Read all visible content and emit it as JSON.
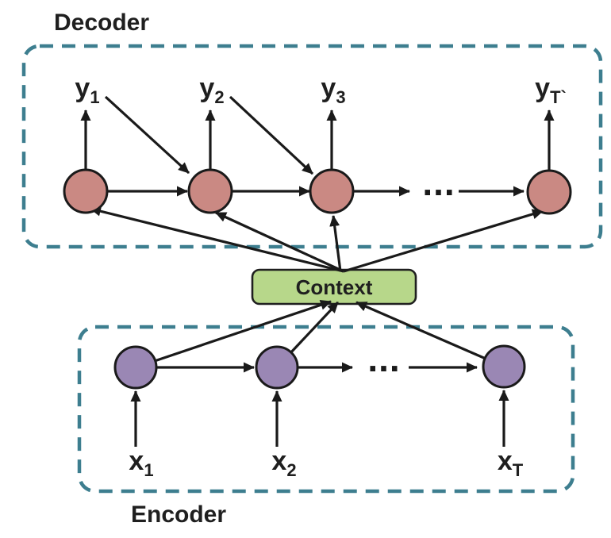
{
  "decoder": {
    "label": "Decoder",
    "outputs": [
      {
        "base": "y",
        "sub": "1"
      },
      {
        "base": "y",
        "sub": "2"
      },
      {
        "base": "y",
        "sub": "3"
      },
      {
        "base": "y",
        "sub": "T`"
      }
    ],
    "ellipsis": "..."
  },
  "context": {
    "label": "Context"
  },
  "encoder": {
    "label": "Encoder",
    "inputs": [
      {
        "base": "x",
        "sub": "1"
      },
      {
        "base": "x",
        "sub": "2"
      },
      {
        "base": "x",
        "sub": "T"
      }
    ],
    "ellipsis": "..."
  },
  "colors": {
    "decoder_node_fill": "#ca8983",
    "encoder_node_fill": "#9a87b4",
    "context_fill": "#b7d78a",
    "dashed_border": "#3d7e8f",
    "line": "#1a1a1a",
    "text": "#1f1f1f"
  }
}
